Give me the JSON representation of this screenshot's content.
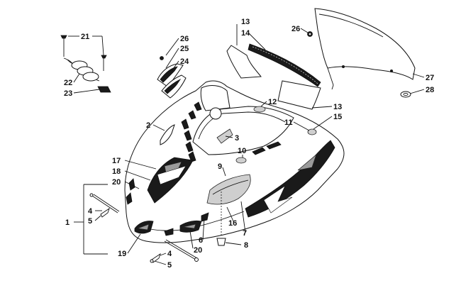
{
  "callouts": {
    "c1": "1",
    "c2": "2",
    "c3": "3",
    "c4a": "4",
    "c4b": "4",
    "c5a": "5",
    "c5b": "5",
    "c6": "6",
    "c7": "7",
    "c8": "8",
    "c9": "9",
    "c10": "10",
    "c11": "11",
    "c12": "12",
    "c13a": "13",
    "c13b": "13",
    "c14": "14",
    "c15": "15",
    "c16": "16",
    "c17": "17",
    "c18": "18",
    "c19": "19",
    "c20a": "20",
    "c20b": "20",
    "c21": "21",
    "c22": "22",
    "c23": "23",
    "c24": "24",
    "c25": "25",
    "c26a": "26",
    "c26b": "26",
    "c27": "27",
    "c28": "28"
  }
}
